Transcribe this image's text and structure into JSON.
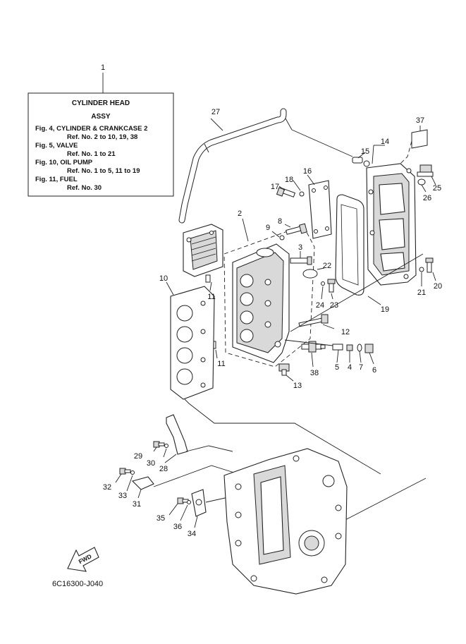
{
  "info_box": {
    "callout": "1",
    "title_line1": "CYLINDER HEAD",
    "title_line2": "ASSY",
    "refs": [
      {
        "fig": "Fig. 4, CYLINDER & CRANKCASE 2",
        "ref": "Ref. No. 2 to 10, 19, 38"
      },
      {
        "fig": "Fig. 5, VALVE",
        "ref": "Ref. No. 1 to 21"
      },
      {
        "fig": "Fig. 10, OIL PUMP",
        "ref": "Ref. No. 1 to 5, 11 to 19"
      },
      {
        "fig": "Fig. 11, FUEL",
        "ref": "Ref. No. 30"
      }
    ]
  },
  "callouts": {
    "c2": "2",
    "c3": "3",
    "c4": "4",
    "c5": "5",
    "c6": "6",
    "c7": "7",
    "c8": "8",
    "c9": "9",
    "c10": "10",
    "c11a": "11",
    "c11b": "11",
    "c12": "12",
    "c13": "13",
    "c14": "14",
    "c15": "15",
    "c16": "16",
    "c17": "17",
    "c18": "18",
    "c19": "19",
    "c20": "20",
    "c21": "21",
    "c22": "22",
    "c23": "23",
    "c24": "24",
    "c25": "25",
    "c26": "26",
    "c27": "27",
    "c28": "28",
    "c29": "29",
    "c30": "30",
    "c31": "31",
    "c32": "32",
    "c33": "33",
    "c34": "34",
    "c35": "35",
    "c36": "36",
    "c37": "37",
    "c38": "38"
  },
  "fwd_label": "FWD",
  "drawing_code": "6C16300-J040"
}
